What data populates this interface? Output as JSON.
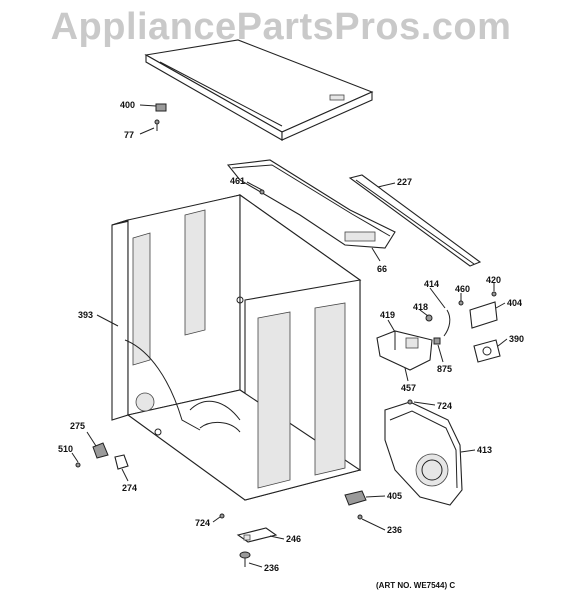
{
  "watermark": "AppliancePartsPros.com",
  "art_number": "(ART NO. WE7544) C",
  "labels": {
    "p400": "400",
    "p77": "77",
    "p461": "461",
    "p227": "227",
    "p66": "66",
    "p393": "393",
    "p414": "414",
    "p420": "420",
    "p460": "460",
    "p418": "418",
    "p404": "404",
    "p419": "419",
    "p390": "390",
    "p457": "457",
    "p875": "875",
    "p724a": "724",
    "p275": "275",
    "p510": "510",
    "p274": "274",
    "p413": "413",
    "p405": "405",
    "p724b": "724",
    "p236a": "236",
    "p246": "246",
    "p236b": "236"
  }
}
